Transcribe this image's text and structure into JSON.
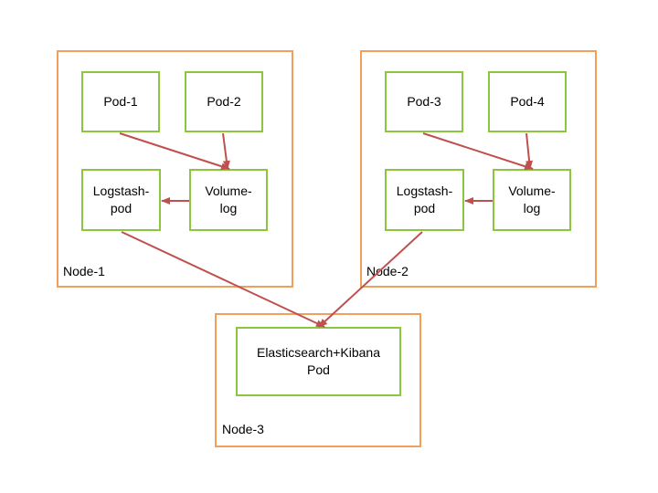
{
  "colors": {
    "node_border": "#f0a05a",
    "pod_border": "#8cc63f",
    "arrow": "#c0504d"
  },
  "nodes": {
    "node1": {
      "label": "Node-1",
      "pod_a": "Pod-1",
      "pod_b": "Pod-2",
      "logstash": "Logstash-\npod",
      "volume": "Volume-\nlog"
    },
    "node2": {
      "label": "Node-2",
      "pod_a": "Pod-3",
      "pod_b": "Pod-4",
      "logstash": "Logstash-\npod",
      "volume": "Volume-\nlog"
    },
    "node3": {
      "label": "Node-3",
      "elastic_pod": "Elasticsearch+Kibana\nPod"
    }
  }
}
